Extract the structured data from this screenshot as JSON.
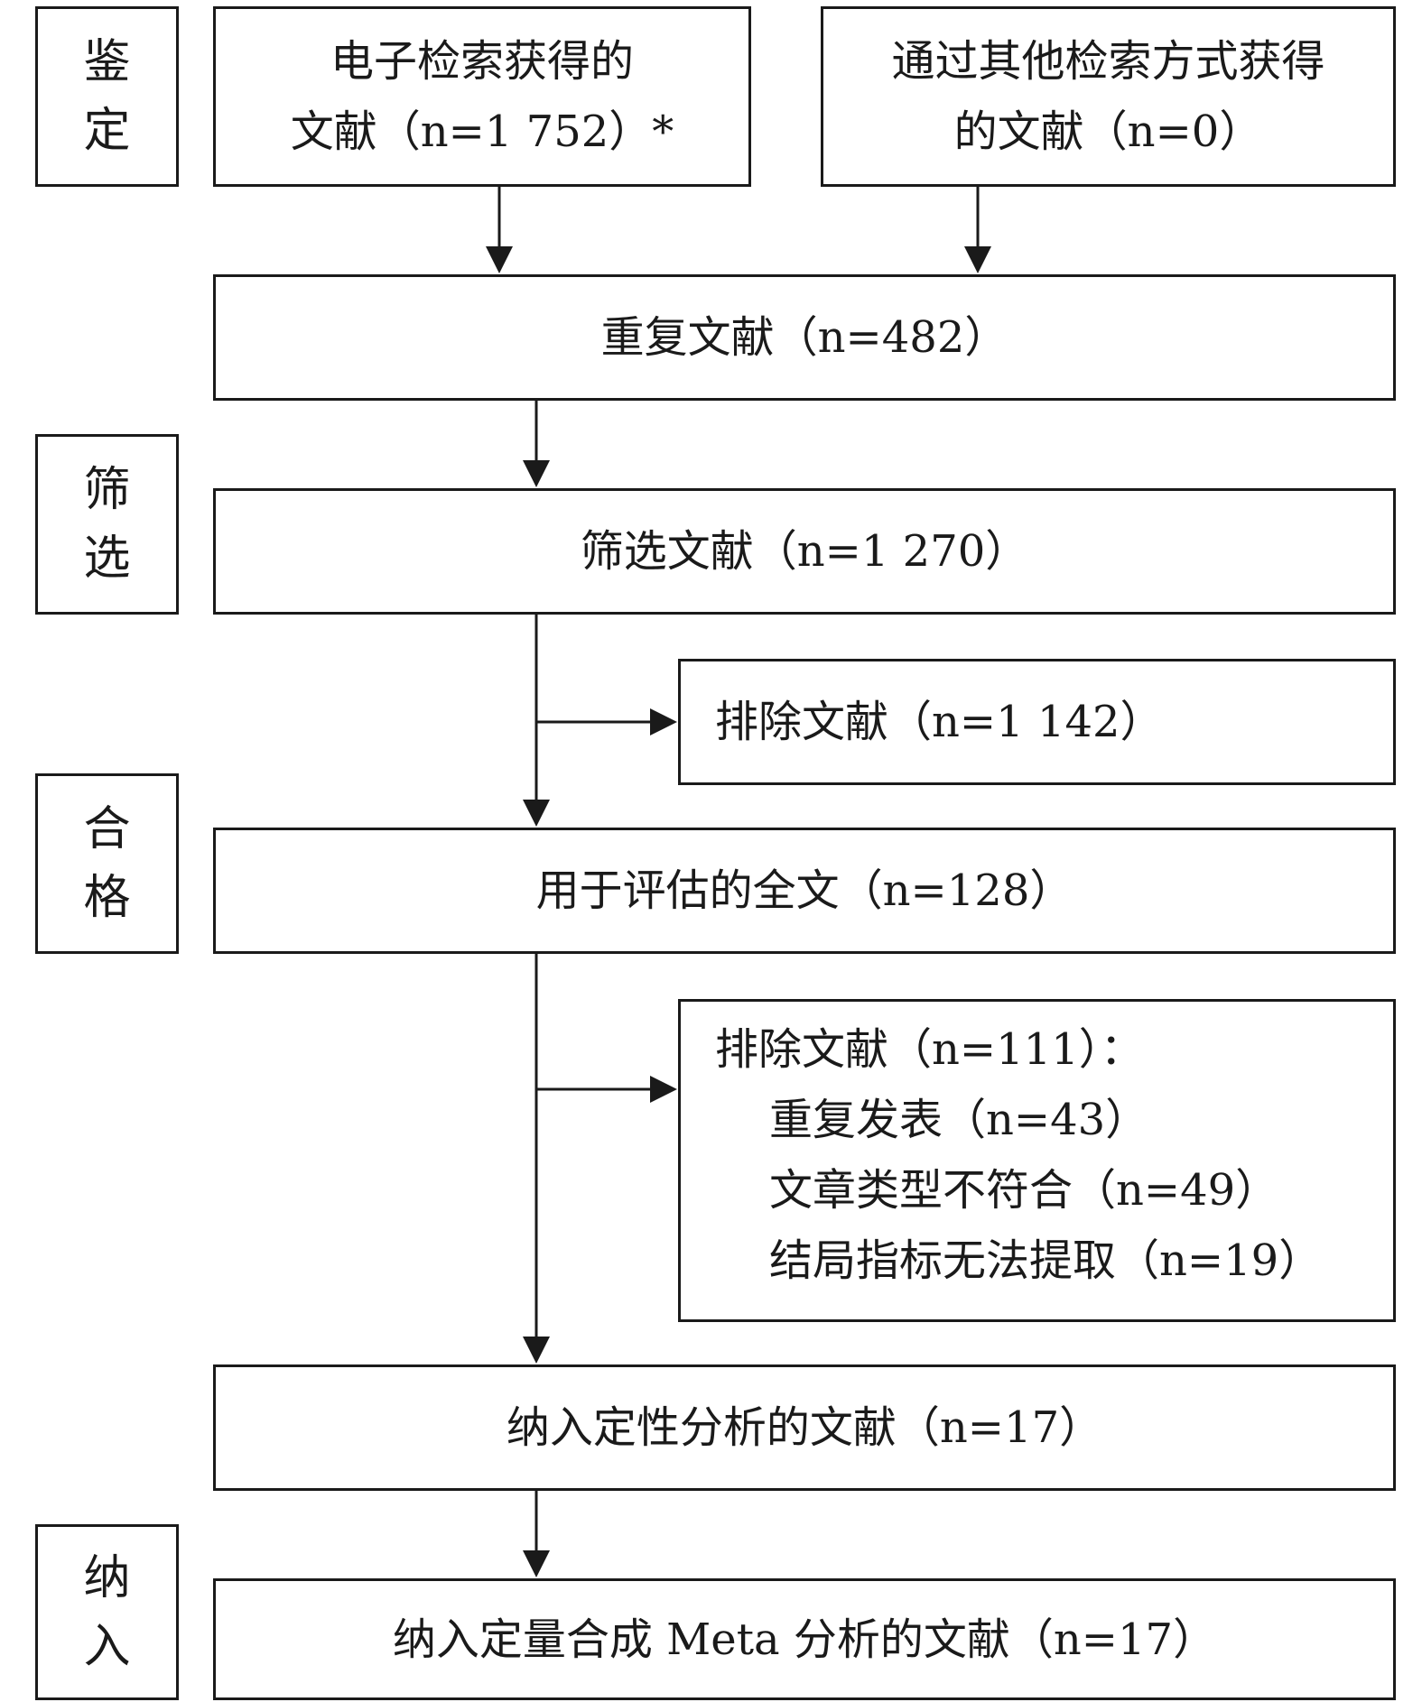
{
  "stages": [
    {
      "chars": [
        "鉴",
        "定"
      ]
    },
    {
      "chars": [
        "筛",
        "选"
      ]
    },
    {
      "chars": [
        "合",
        "格"
      ]
    },
    {
      "chars": [
        "纳",
        "入"
      ]
    }
  ],
  "boxes": {
    "electronic_search": {
      "line1": "电子检索获得的",
      "line2": "文献（n=1 752）*"
    },
    "other_search": {
      "line1": "通过其他检索方式获得",
      "line2": "的文献（n=0）"
    },
    "duplicates": "重复文献（n=482）",
    "screened": "筛选文献（n=1 270）",
    "excluded_1": "排除文献（n=1 142）",
    "fulltext": "用于评估的全文（n=128）",
    "excluded_2": {
      "title": "排除文献（n=111）：",
      "reasons": [
        "重复发表（n=43）",
        "文章类型不符合（n=49）",
        "结局指标无法提取（n=19）"
      ]
    },
    "qualitative": "纳入定性分析的文献（n=17）",
    "quantitative": "纳入定量合成 Meta 分析的文献（n=17）"
  }
}
